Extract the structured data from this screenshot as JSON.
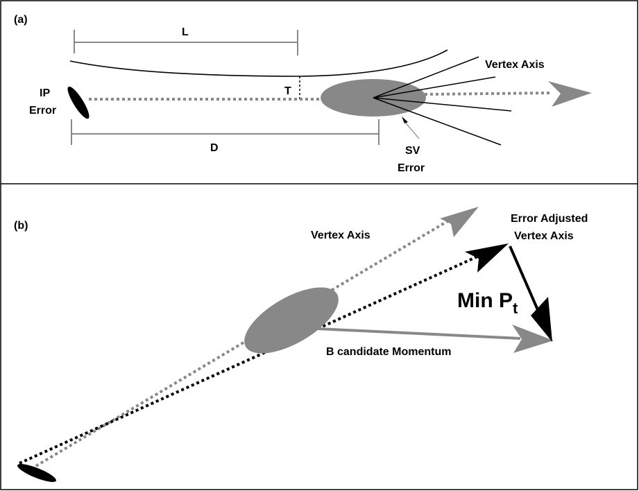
{
  "panel_a": {
    "tag": "(a)",
    "length_label": "L",
    "transverse_label": "T",
    "distance_label": "D",
    "ip_error_line1": "IP",
    "ip_error_line2": "Error",
    "vertex_axis_label": "Vertex Axis",
    "sv_error_line1": "SV",
    "sv_error_line2": "Error"
  },
  "panel_b": {
    "tag": "(b)",
    "vertex_axis_label": "Vertex Axis",
    "error_adjusted_line1": "Error Adjusted",
    "error_adjusted_line2": "Vertex Axis",
    "min_pt_main": "Min P",
    "min_pt_sub": "t",
    "b_momentum_label": "B candidate Momentum"
  },
  "colors": {
    "gray": "#888888",
    "dark": "#000000",
    "border": "#000000"
  }
}
